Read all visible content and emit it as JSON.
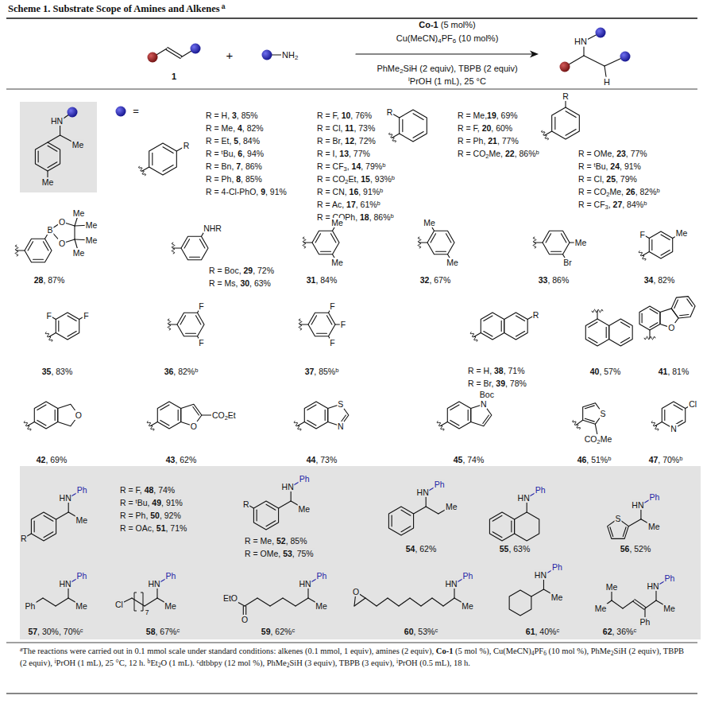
{
  "diagram": {
    "title": "Scheme 1. Substrate Scope of Amines and Alkenes",
    "caption": "aThe reactions were carried out in 0.1 mmol scale under standard conditions: alkenes (0.1 mmol, 1 equiv), amines (2 equiv), Co-1 (5 mol %), Cu(MeCN)4PF6 (10 mol %), PhMe2SiH (2 equiv), TBPB (2 equiv), iPrOH (1 mL), 25 °C, 12 h. bEt2O (1 mL). cdtbbpy (12 mol %), PhMe2SiH (3 equiv), TBPB (3 equiv), iPrOH (0.5 mL), 18 h.",
    "nodes": [
      {
        "text": [
          "HN",
          "Me",
          "Me"
        ]
      },
      {
        "text": [
          "Ph",
          "HN",
          "Me",
          "R",
          "R = F, 48, 74%",
          "R = tBu, 49, 91%",
          "R = Ph, 50, 92%",
          "R = OAc, 51, 71%",
          "Ph",
          "HN",
          "Me",
          "R",
          "R = Me, 52, 85%",
          "R = OMe, 53, 75%",
          "Ph",
          "HN",
          "Me",
          "54, 62%",
          "Ph",
          "HN",
          "55, 63%",
          "Ph",
          "HN",
          "Me",
          "S",
          "56, 52%",
          "Ph",
          "HN",
          "Ph",
          "Me",
          "57, 30%, 70%c",
          "Ph",
          "HN",
          "Cl",
          "7",
          "Me",
          "58, 67%c",
          "Ph",
          "HN",
          "EtO",
          "O",
          "Me",
          "59, 62%c",
          "Ph",
          "HN",
          "O",
          "Me",
          "60, 53%c",
          "Ph",
          "HN",
          "Me",
          "61, 40%c",
          "Me",
          "Me",
          "Ph",
          "HN",
          "Me",
          "Ph",
          "62, 36%c"
        ]
      }
    ],
    "labels": [
      "a",
      "1",
      "+",
      "NH2",
      "Co-1 (5 mol%)",
      "Cu(MeCN)4PF6 (10 mol%)",
      "PhMe2SiH (2 equiv), TBPB (2 equiv)",
      "iPrOH (1 mL), 25 °C",
      "HN",
      "H",
      "=",
      "R",
      "R = H, 3, 85%",
      "R = Me, 4, 82%",
      "R = Et, 5, 84%",
      "R = tBu, 6, 94%",
      "R = Bn, 7, 86%",
      "R = Ph, 8, 85%",
      "R = 4-Cl-PhO, 9, 91%",
      "R = F, 10, 76%",
      "R = Cl, 11, 73%",
      "R = Br, 12, 72%",
      "R = I, 13, 77%",
      "R = CF3, 14, 79%b",
      "R = CO2Et, 15, 93%b",
      "R = CN, 16, 91%b",
      "R = Ac, 17, 61%b",
      "R = COPh, 18, 86%b",
      "R",
      "R = Me,19, 69%",
      "R = F, 20, 60%",
      "R = Ph, 21, 77%",
      "R = CO2Me, 22, 86%b",
      "R",
      "R = OMe, 23, 77%",
      "R = tBu, 24, 91%",
      "R = Cl, 25, 79%",
      "R = CO2Me, 26, 82%b",
      "R = CF3, 27, 84%b",
      "B",
      "O",
      "O",
      "Me",
      "Me",
      "Me",
      "Me",
      "28, 87%",
      "NHR",
      "R = Boc, 29, 72%",
      "R = Ms, 30, 63%",
      "Me",
      "Me",
      "31, 84%",
      "Me",
      "Me",
      "32, 67%",
      "Me",
      "Br",
      "33, 86%",
      "F",
      "Me",
      "34, 82%",
      "F",
      "F",
      "35, 83%",
      "F",
      "F",
      "36, 82%b",
      "F",
      "F",
      "F",
      "37, 85%b",
      "R",
      "R = H, 38, 71%",
      "R = Br, 39, 78%",
      "40, 57%",
      "O",
      "41, 81%",
      "O",
      "42, 69%",
      "O",
      "CO2Et",
      "43, 62%",
      "S",
      "N",
      "44, 73%",
      "Boc",
      "N",
      "45, 74%",
      "S",
      "CO2Me",
      "46, 51%b",
      "Cl",
      "N",
      "47, 70%b"
    ]
  }
}
